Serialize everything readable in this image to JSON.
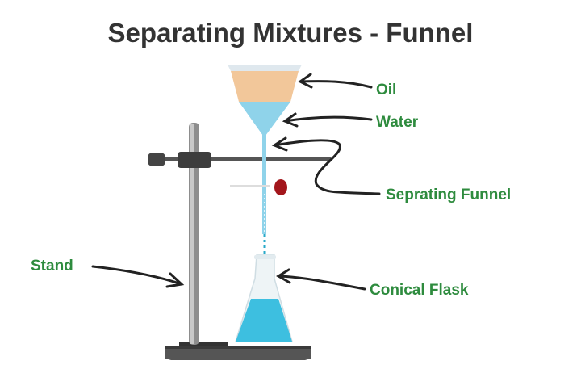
{
  "title": "Separating Mixtures - Funnel",
  "labels": {
    "oil": "Oil",
    "water": "Water",
    "funnel": "Seprating Funnel",
    "stand": "Stand",
    "flask": "Conical Flask"
  },
  "colors": {
    "label": "#2e8b3e",
    "oil": "#f2c79a",
    "water": "#8fd3ea",
    "flask_liquid": "#3dbfe0",
    "stopcock": "#a3161c"
  }
}
